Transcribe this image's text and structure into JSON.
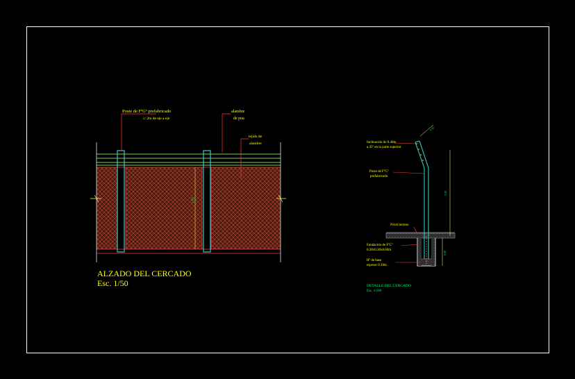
{
  "colors": {
    "background": "#000000",
    "frame": "#ffffff",
    "wire": "#7fd24f",
    "post": "#3ec8c8",
    "mesh_bg": "#4a1a12",
    "mesh_line": "#c04a2a",
    "border_red": "#ff3b3b",
    "title": "#ffff00",
    "leader": "#ff3b3b",
    "note": "#ffff00",
    "detail_title": "#00ff66",
    "ground": "#9a9a9a",
    "dim_yellow": "#ffff66"
  },
  "elevation": {
    "label_post_line1": "Poste de FºGº prefabricado",
    "label_post_line2": "c/ 2m de eje a eje",
    "label_wire_line1": "alambre",
    "label_wire_line2": "de pua",
    "label_mesh_line1": "tejido de",
    "label_mesh_line2": "alambre",
    "dim_height": "1.50",
    "title": "ALZADO DEL CERCADO",
    "scale": "Esc. 1/50"
  },
  "detail": {
    "label_incline_line1": "Inclinación de 0.40m",
    "label_incline_line2": "a 45º en la parte superior",
    "label_post_line1": "Poste de FºGº",
    "label_post_line2": "prefabricado",
    "label_ground": "Nivel terreno",
    "label_footing_line1": "Fundación de FºCº",
    "label_footing_line2": "0.30x0.30x0.60m",
    "label_base_line1": "Hº de base",
    "label_base_line2": "espesor 0.10m",
    "dim_top": "0.40",
    "dim_height": "1.50",
    "dim_footing": "0.60",
    "title": "DETALLE DEL CERCADO",
    "scale": "Esc. 1/100"
  }
}
